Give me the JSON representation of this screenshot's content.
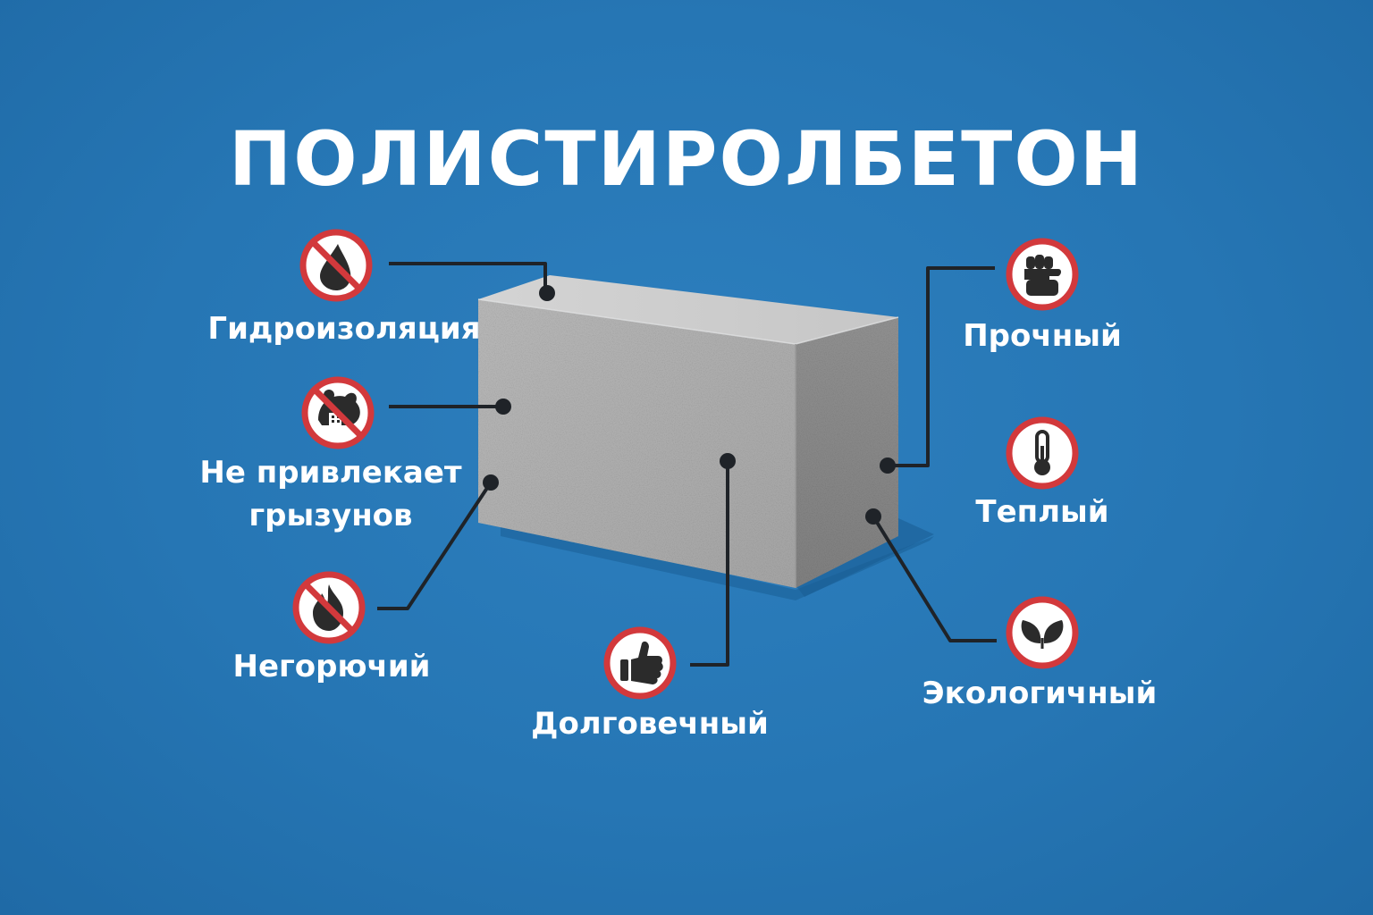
{
  "title": "ПОЛИСТИРОЛБЕТОН",
  "colors": {
    "background": "#2676b4",
    "text": "#ffffff",
    "connector": "#1f2328",
    "badge_ring": "#d2393c",
    "badge_fill": "#ffffff",
    "icon": "#2b2b2b"
  },
  "features": [
    {
      "label": "Гидроизоляция",
      "icon": "water-drop-icon",
      "prohibited": true
    },
    {
      "label_line1": "Не привлекает",
      "label_line2": "грызунов",
      "icon": "rodent-icon",
      "prohibited": true
    },
    {
      "label": "Негорючий",
      "icon": "flame-icon",
      "prohibited": true
    },
    {
      "label": "Долговечный",
      "icon": "thumbs-up-icon",
      "prohibited": false
    },
    {
      "label": "Прочный",
      "icon": "fist-icon",
      "prohibited": false
    },
    {
      "label": "Теплый",
      "icon": "thermometer-icon",
      "prohibited": false
    },
    {
      "label": "Экологичный",
      "icon": "leaves-icon",
      "prohibited": false
    }
  ]
}
